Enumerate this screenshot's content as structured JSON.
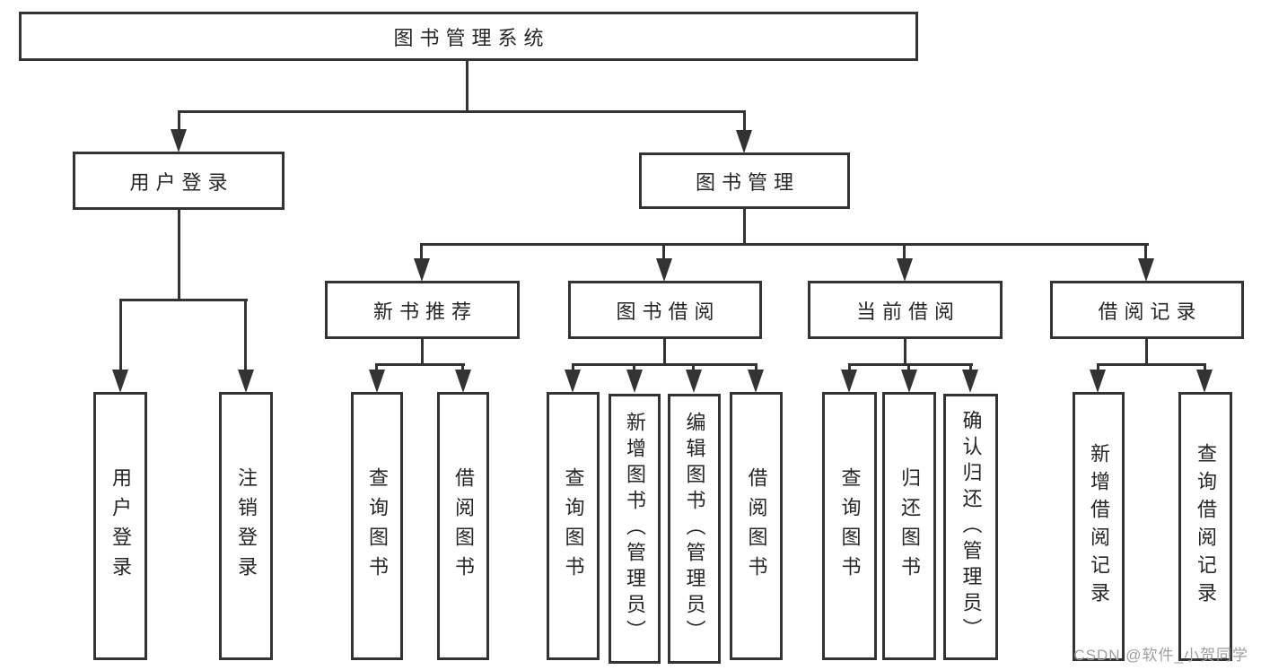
{
  "diagram_title": "图书管理系统",
  "tree": {
    "label": "图书管理系统",
    "children": [
      {
        "label": "用户登录",
        "children": [
          {
            "label": "用户登录"
          },
          {
            "label": "注销登录"
          }
        ]
      },
      {
        "label": "图书管理",
        "children": [
          {
            "label": "新书推荐",
            "children": [
              {
                "label": "查询图书"
              },
              {
                "label": "借阅图书"
              }
            ]
          },
          {
            "label": "图书借阅",
            "children": [
              {
                "label": "查询图书"
              },
              {
                "label": "新增图书（管理员）"
              },
              {
                "label": "编辑图书（管理员）"
              },
              {
                "label": "借阅图书"
              }
            ]
          },
          {
            "label": "当前借阅",
            "children": [
              {
                "label": "查询图书"
              },
              {
                "label": "归还图书"
              },
              {
                "label": "确认归还（管理员）"
              }
            ]
          },
          {
            "label": "借阅记录",
            "children": [
              {
                "label": "新增借阅记录"
              },
              {
                "label": "查询借阅记录"
              }
            ]
          }
        ]
      }
    ]
  },
  "watermark": {
    "text": "CSDN @软件_小贺同学"
  },
  "colors": {
    "line": "#333333",
    "text": "#262626",
    "background": "#ffffff",
    "watermark": "#9e9ea2"
  }
}
